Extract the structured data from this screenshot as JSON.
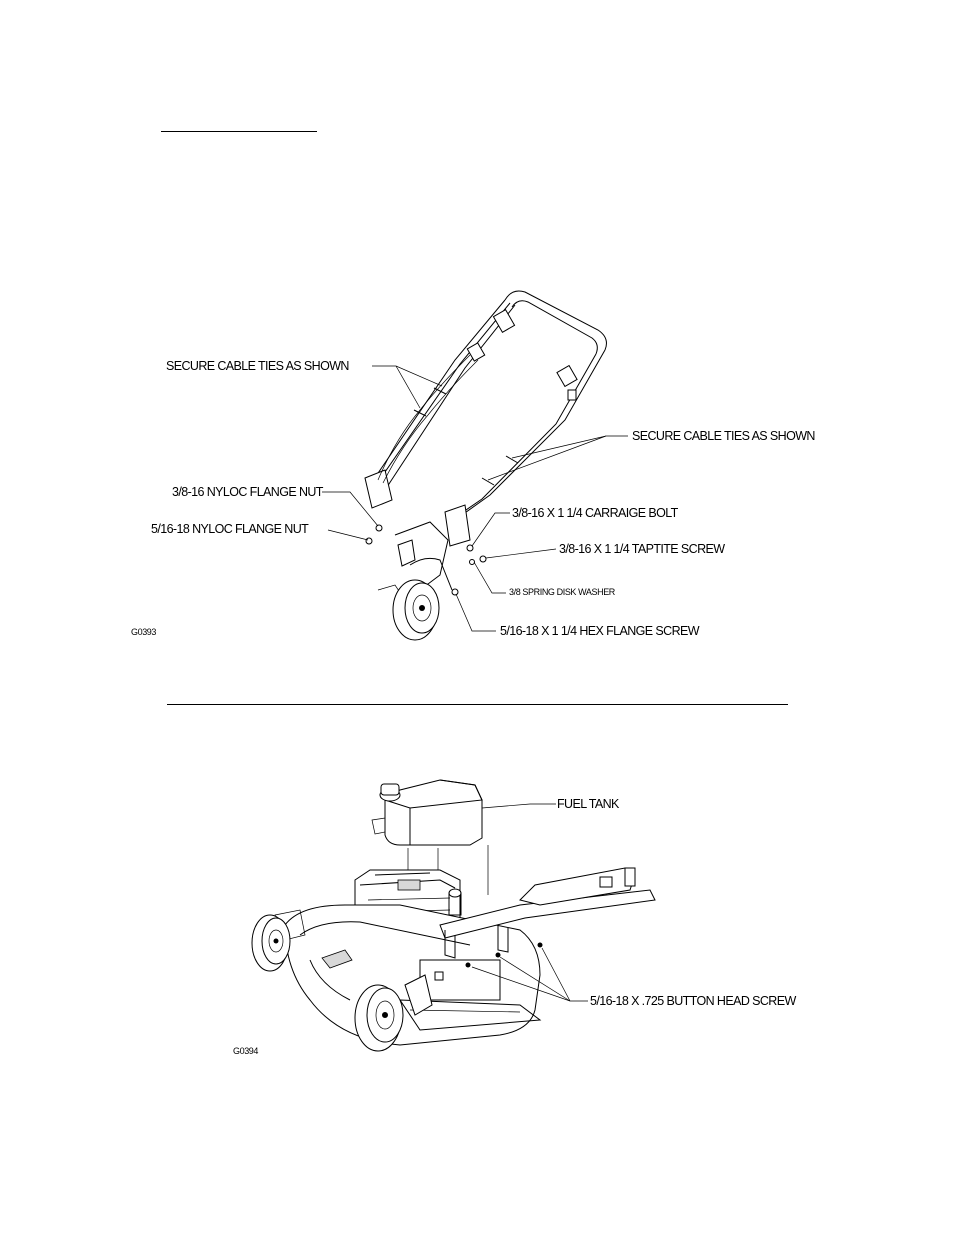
{
  "figure1": {
    "id": "G0393",
    "labels": {
      "cable_ties_left": "SECURE CABLE TIES AS SHOWN",
      "cable_ties_right": "SECURE CABLE TIES AS SHOWN",
      "nut_38": "3/8-16 NYLOC FLANGE NUT",
      "nut_516": "5/16-18 NYLOC FLANGE NUT",
      "carriage_bolt": "3/8-16 X 1 1/4 CARRAIGE BOLT",
      "taptite_screw": "3/8-16 X 1 1/4 TAPTITE SCREW",
      "spring_washer": "3/8 SPRING DISK WASHER",
      "hex_flange_screw": "5/16-18 X 1 1/4 HEX FLANGE SCREW"
    }
  },
  "figure2": {
    "id": "G0394",
    "labels": {
      "fuel_tank": "FUEL TANK",
      "button_head_screw": "5/16-18 X .725 BUTTON HEAD SCREW"
    }
  }
}
